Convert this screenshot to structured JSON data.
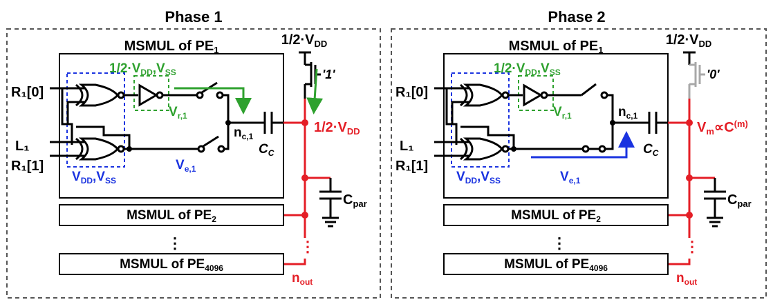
{
  "colors": {
    "black": "#000000",
    "green": "#2ea12e",
    "blue": "#1a33e0",
    "red": "#e41e26",
    "gray": "#a8a8a8",
    "box_dash": "#555555"
  },
  "phases": [
    {
      "title": "Phase 1",
      "msmul_main": {
        "prefix": "MSMUL of PE",
        "sub": "1"
      },
      "msmul_pe2": {
        "prefix": "MSMUL of PE",
        "sub": "2"
      },
      "msmul_pe4096": {
        "prefix": "MSMUL of PE",
        "sub": "4096"
      },
      "vertical_dots": "⋮",
      "red_dots": "⋮",
      "inputs": {
        "r1_0": "R₁[0]",
        "l1": "L₁",
        "r1_1": "R₁[1]"
      },
      "supply_top": {
        "text": "1/2·V",
        "sub": "DD"
      },
      "switch_state": "'1'",
      "green_supply": {
        "a": "1/2·V",
        "a_sub": "DD",
        "b": ",V",
        "b_sub": "SS"
      },
      "blue_supply": {
        "a": "V",
        "a_sub": "DD",
        "b": ",V",
        "b_sub": "SS"
      },
      "vr": {
        "main": "V",
        "sub": "r,1"
      },
      "ve": {
        "main": "V",
        "sub": "e,1"
      },
      "nc": {
        "main": "n",
        "sub": "c,1"
      },
      "cc": {
        "main": "C",
        "sub": "C"
      },
      "cpar": {
        "main": "C",
        "sub": "par"
      },
      "nout": {
        "main": "n",
        "sub": "out"
      },
      "node_label": {
        "a": "1/2·V",
        "a_sub": "DD"
      }
    },
    {
      "title": "Phase 2",
      "msmul_main": {
        "prefix": "MSMUL of PE",
        "sub": "1"
      },
      "msmul_pe2": {
        "prefix": "MSMUL of PE",
        "sub": "2"
      },
      "msmul_pe4096": {
        "prefix": "MSMUL of PE",
        "sub": "4096"
      },
      "vertical_dots": "⋮",
      "red_dots": "⋮",
      "inputs": {
        "r1_0": "R₁[0]",
        "l1": "L₁",
        "r1_1": "R₁[1]"
      },
      "supply_top": {
        "text": "1/2·V",
        "sub": "DD"
      },
      "switch_state": "'0'",
      "green_supply": {
        "a": "1/2·V",
        "a_sub": "DD",
        "b": ",V",
        "b_sub": "SS"
      },
      "blue_supply": {
        "a": "V",
        "a_sub": "DD",
        "b": ",V",
        "b_sub": "SS"
      },
      "vr": {
        "main": "V",
        "sub": "r,1"
      },
      "ve": {
        "main": "V",
        "sub": "e,1"
      },
      "nc": {
        "main": "n",
        "sub": "c,1"
      },
      "cc": {
        "main": "C",
        "sub": "C"
      },
      "cpar": {
        "main": "C",
        "sub": "par"
      },
      "nout": {
        "main": "n",
        "sub": "out"
      },
      "node_label": {
        "a": "V",
        "a_sub": "m",
        "b": "∝C",
        "b_sup": "(m)"
      }
    }
  ]
}
